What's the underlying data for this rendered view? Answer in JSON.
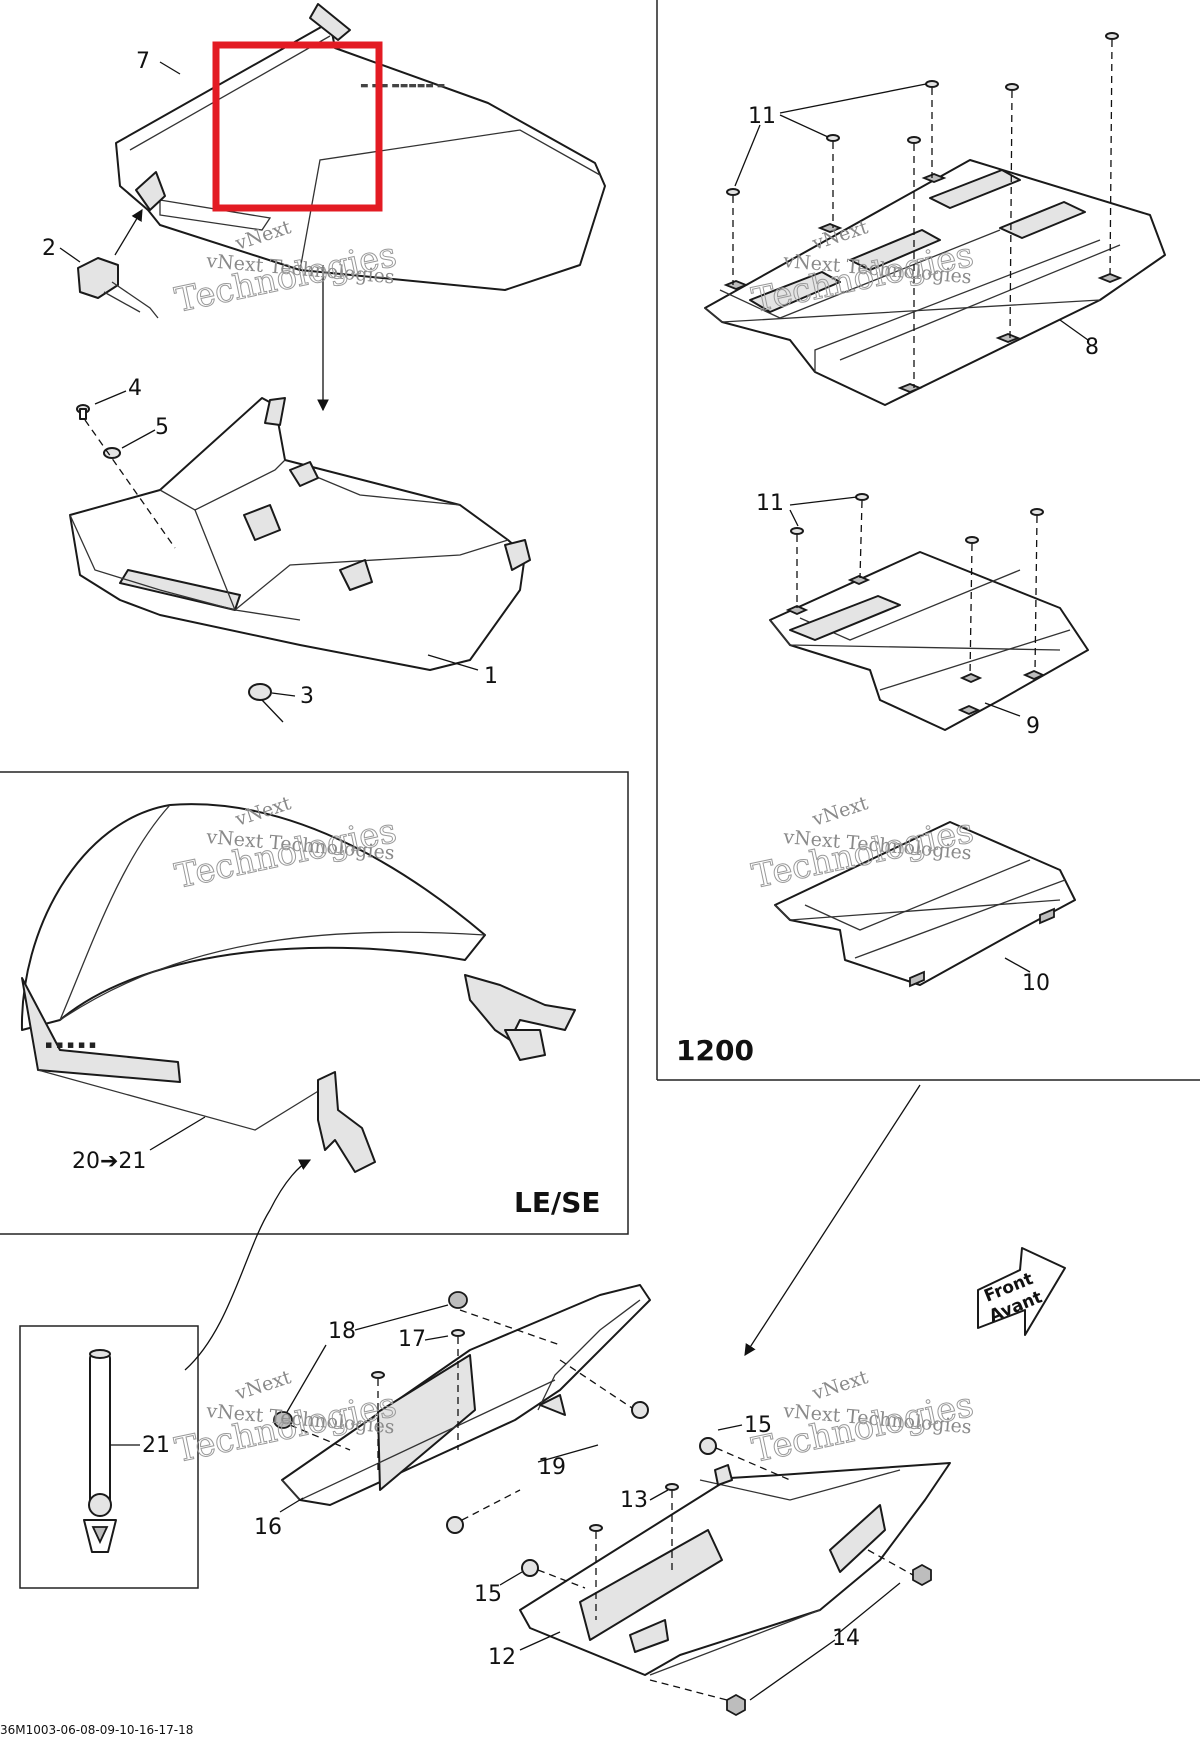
{
  "callouts": {
    "c1": "1",
    "c2": "2",
    "c3": "3",
    "c4": "4",
    "c5": "5",
    "c7": "7",
    "c8": "8",
    "c9": "9",
    "c10": "10",
    "c11a": "11",
    "c11b": "11",
    "c12": "12",
    "c13": "13",
    "c14": "14",
    "c15a": "15",
    "c15b": "15",
    "c16": "16",
    "c17": "17",
    "c18": "18",
    "c19": "19",
    "c2021": "20➔21",
    "c21": "21"
  },
  "panels": {
    "engine": "1200",
    "variant": "LE/SE"
  },
  "watermark": {
    "top": "vNext",
    "middle": "vNext Technologies",
    "bottom": "Technologies"
  },
  "direction": {
    "line1": "Front",
    "line2": "Avant"
  },
  "drawing_ref": "36M1003-06-08-09-10-16-17-18",
  "highlight_color": "#e31b23"
}
